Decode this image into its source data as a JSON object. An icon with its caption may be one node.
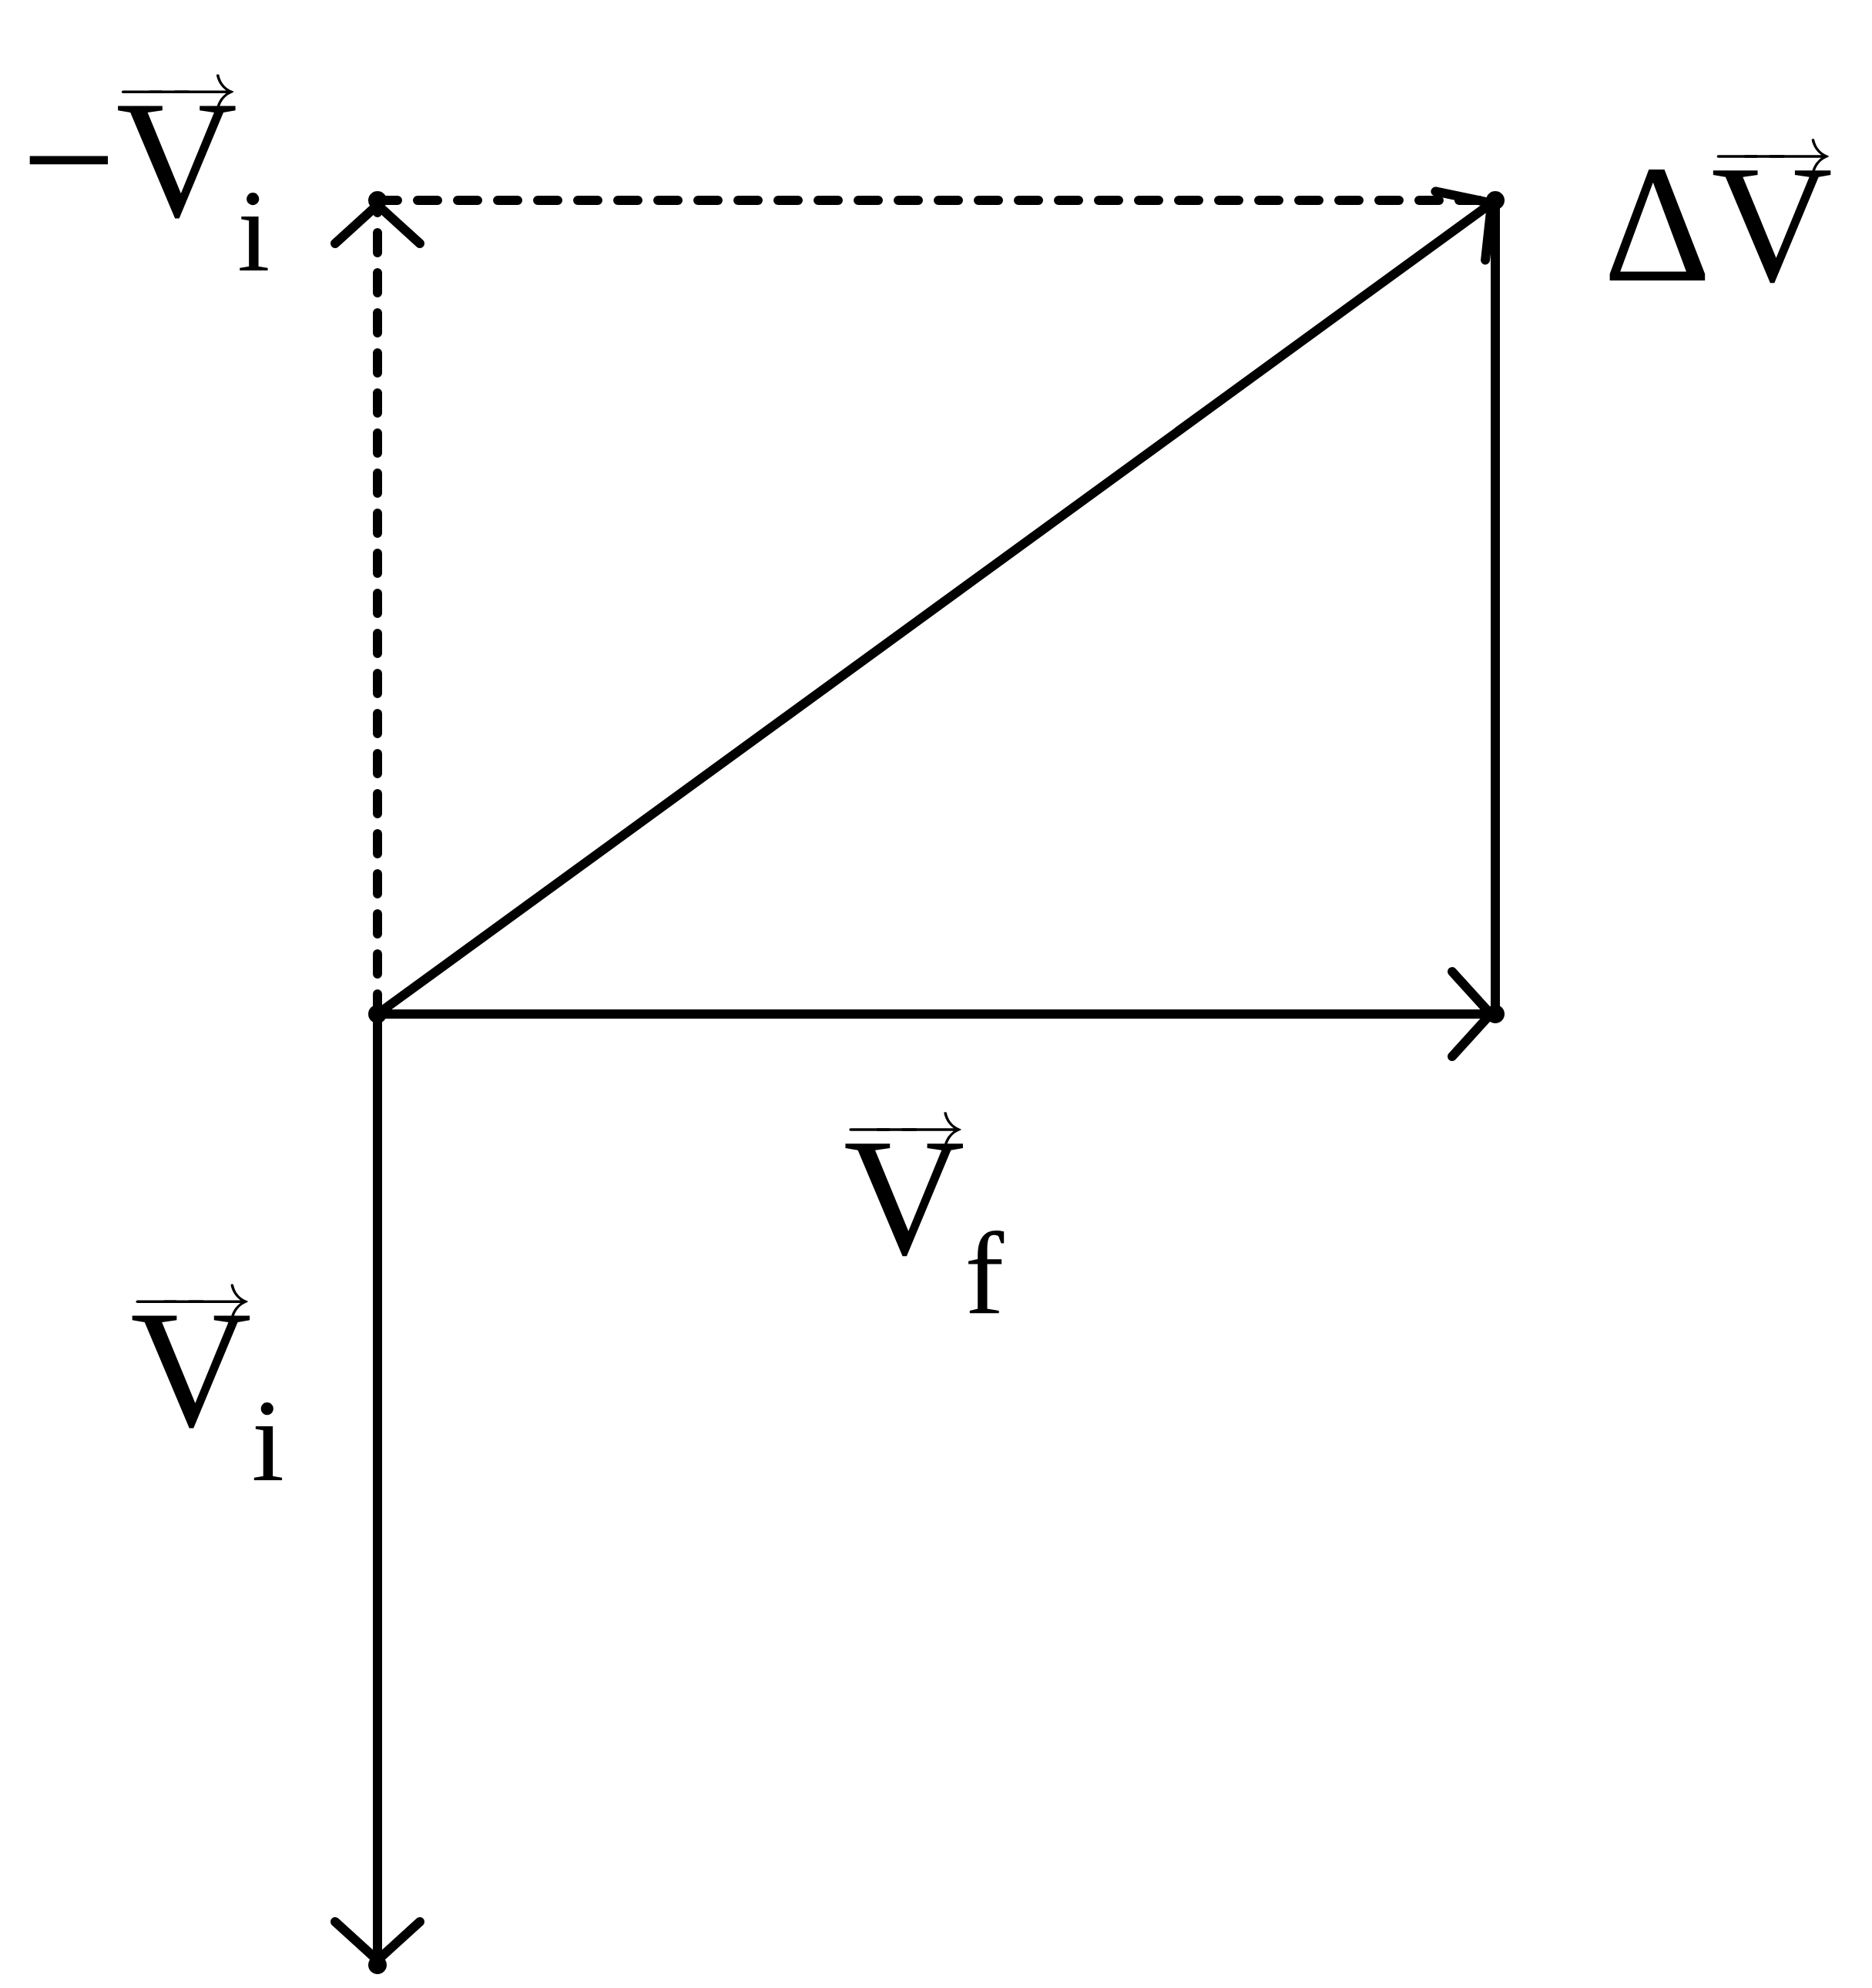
{
  "diagram": {
    "nodes": [
      {
        "text": [],
        "shape": "point"
      },
      {
        "text": [],
        "shape": "point"
      },
      {
        "text": [],
        "shape": "point"
      },
      {
        "text": [],
        "shape": "point"
      },
      {
        "text": [],
        "shape": "point"
      }
    ],
    "edges": [
      {
        "from": 0,
        "to": 1,
        "arrow": "to",
        "label": "\\overrightarrow{\\mathrm{V}}_{\\mathrm{i}}"
      },
      {
        "from": 0,
        "to": 2,
        "arrow": "to",
        "label": "\\overrightarrow{\\mathrm{V}}_{\\mathrm{f}}"
      },
      {
        "from": 0,
        "to": 3,
        "arrow": "to",
        "style": "dashed",
        "label": "\\mbox{−}\\overrightarrow{\\mathrm{V}}_{\\mathrm{i}}"
      },
      {
        "from": 0,
        "to": 4,
        "arrow": "to",
        "label": "\\mbox{Δ}\\overrightarrow{\\mathrm{V}}"
      },
      {
        "from": 2,
        "to": 4,
        "arrow": "none"
      },
      {
        "from": 3,
        "to": 4,
        "arrow": "none",
        "style": "dashed"
      }
    ]
  }
}
